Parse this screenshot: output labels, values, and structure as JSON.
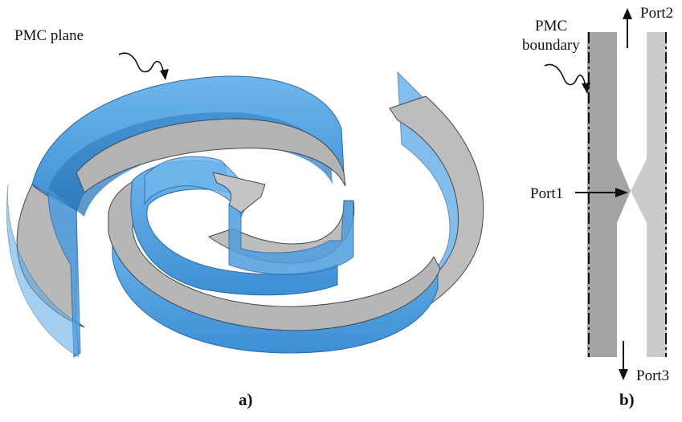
{
  "panel_a": {
    "annotation": "PMC plane",
    "caption": "a)",
    "colors": {
      "pmc_plane": "#5aa8e6",
      "pmc_plane_dark": "#2f7fc1",
      "conductor": "#b3b3b3",
      "edge": "#3a4a5a"
    }
  },
  "panel_b": {
    "boundary_label_line1": "PMC",
    "boundary_label_line2": "boundary",
    "port1_label": "Port1",
    "port2_label": "Port2",
    "port3_label": "Port3",
    "caption": "b)",
    "colors": {
      "boundary_strip": "#a0a0a0",
      "strip": "#c8c8c8",
      "line": "#111111"
    }
  }
}
